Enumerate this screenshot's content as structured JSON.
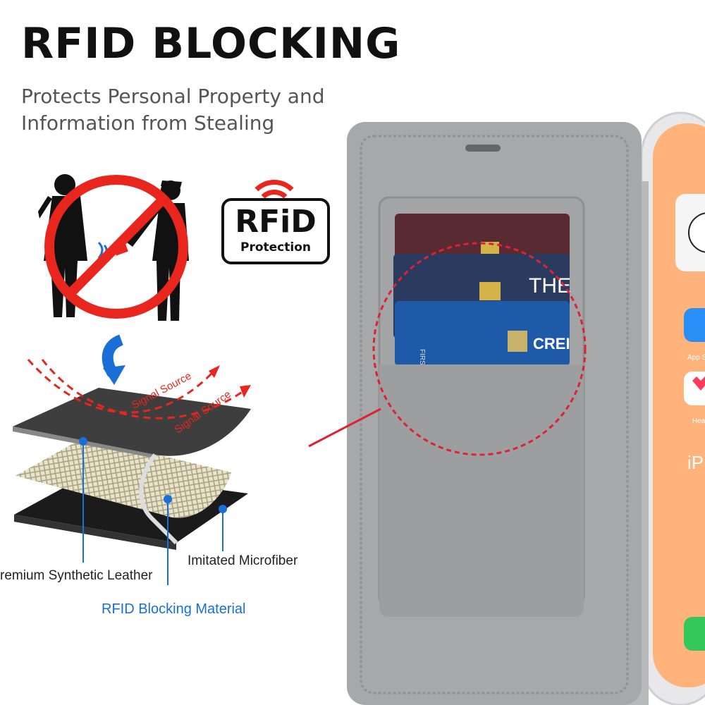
{
  "headline": "RFID BLOCKING",
  "subheadline": "Protects Personal Property and Information from Stealing",
  "badge": {
    "main": "RFiD",
    "sub": "Protection"
  },
  "layers": {
    "leather": "remium Synthetic Leather",
    "microfiber": "Imitated Microfiber",
    "blocking": "RFID Blocking Material"
  },
  "signals": [
    "Signal Source",
    "Signal Source"
  ],
  "card_text": [
    "CREI",
    "THE",
    "FIRSTRA"
  ],
  "phone_labels": {
    "app1": "App S",
    "app2": "Hea",
    "text": "iP"
  },
  "colors": {
    "accent_red": "#e8261e",
    "accent_blue": "#1a6fd6",
    "case_gray": "#9fa1a3"
  }
}
